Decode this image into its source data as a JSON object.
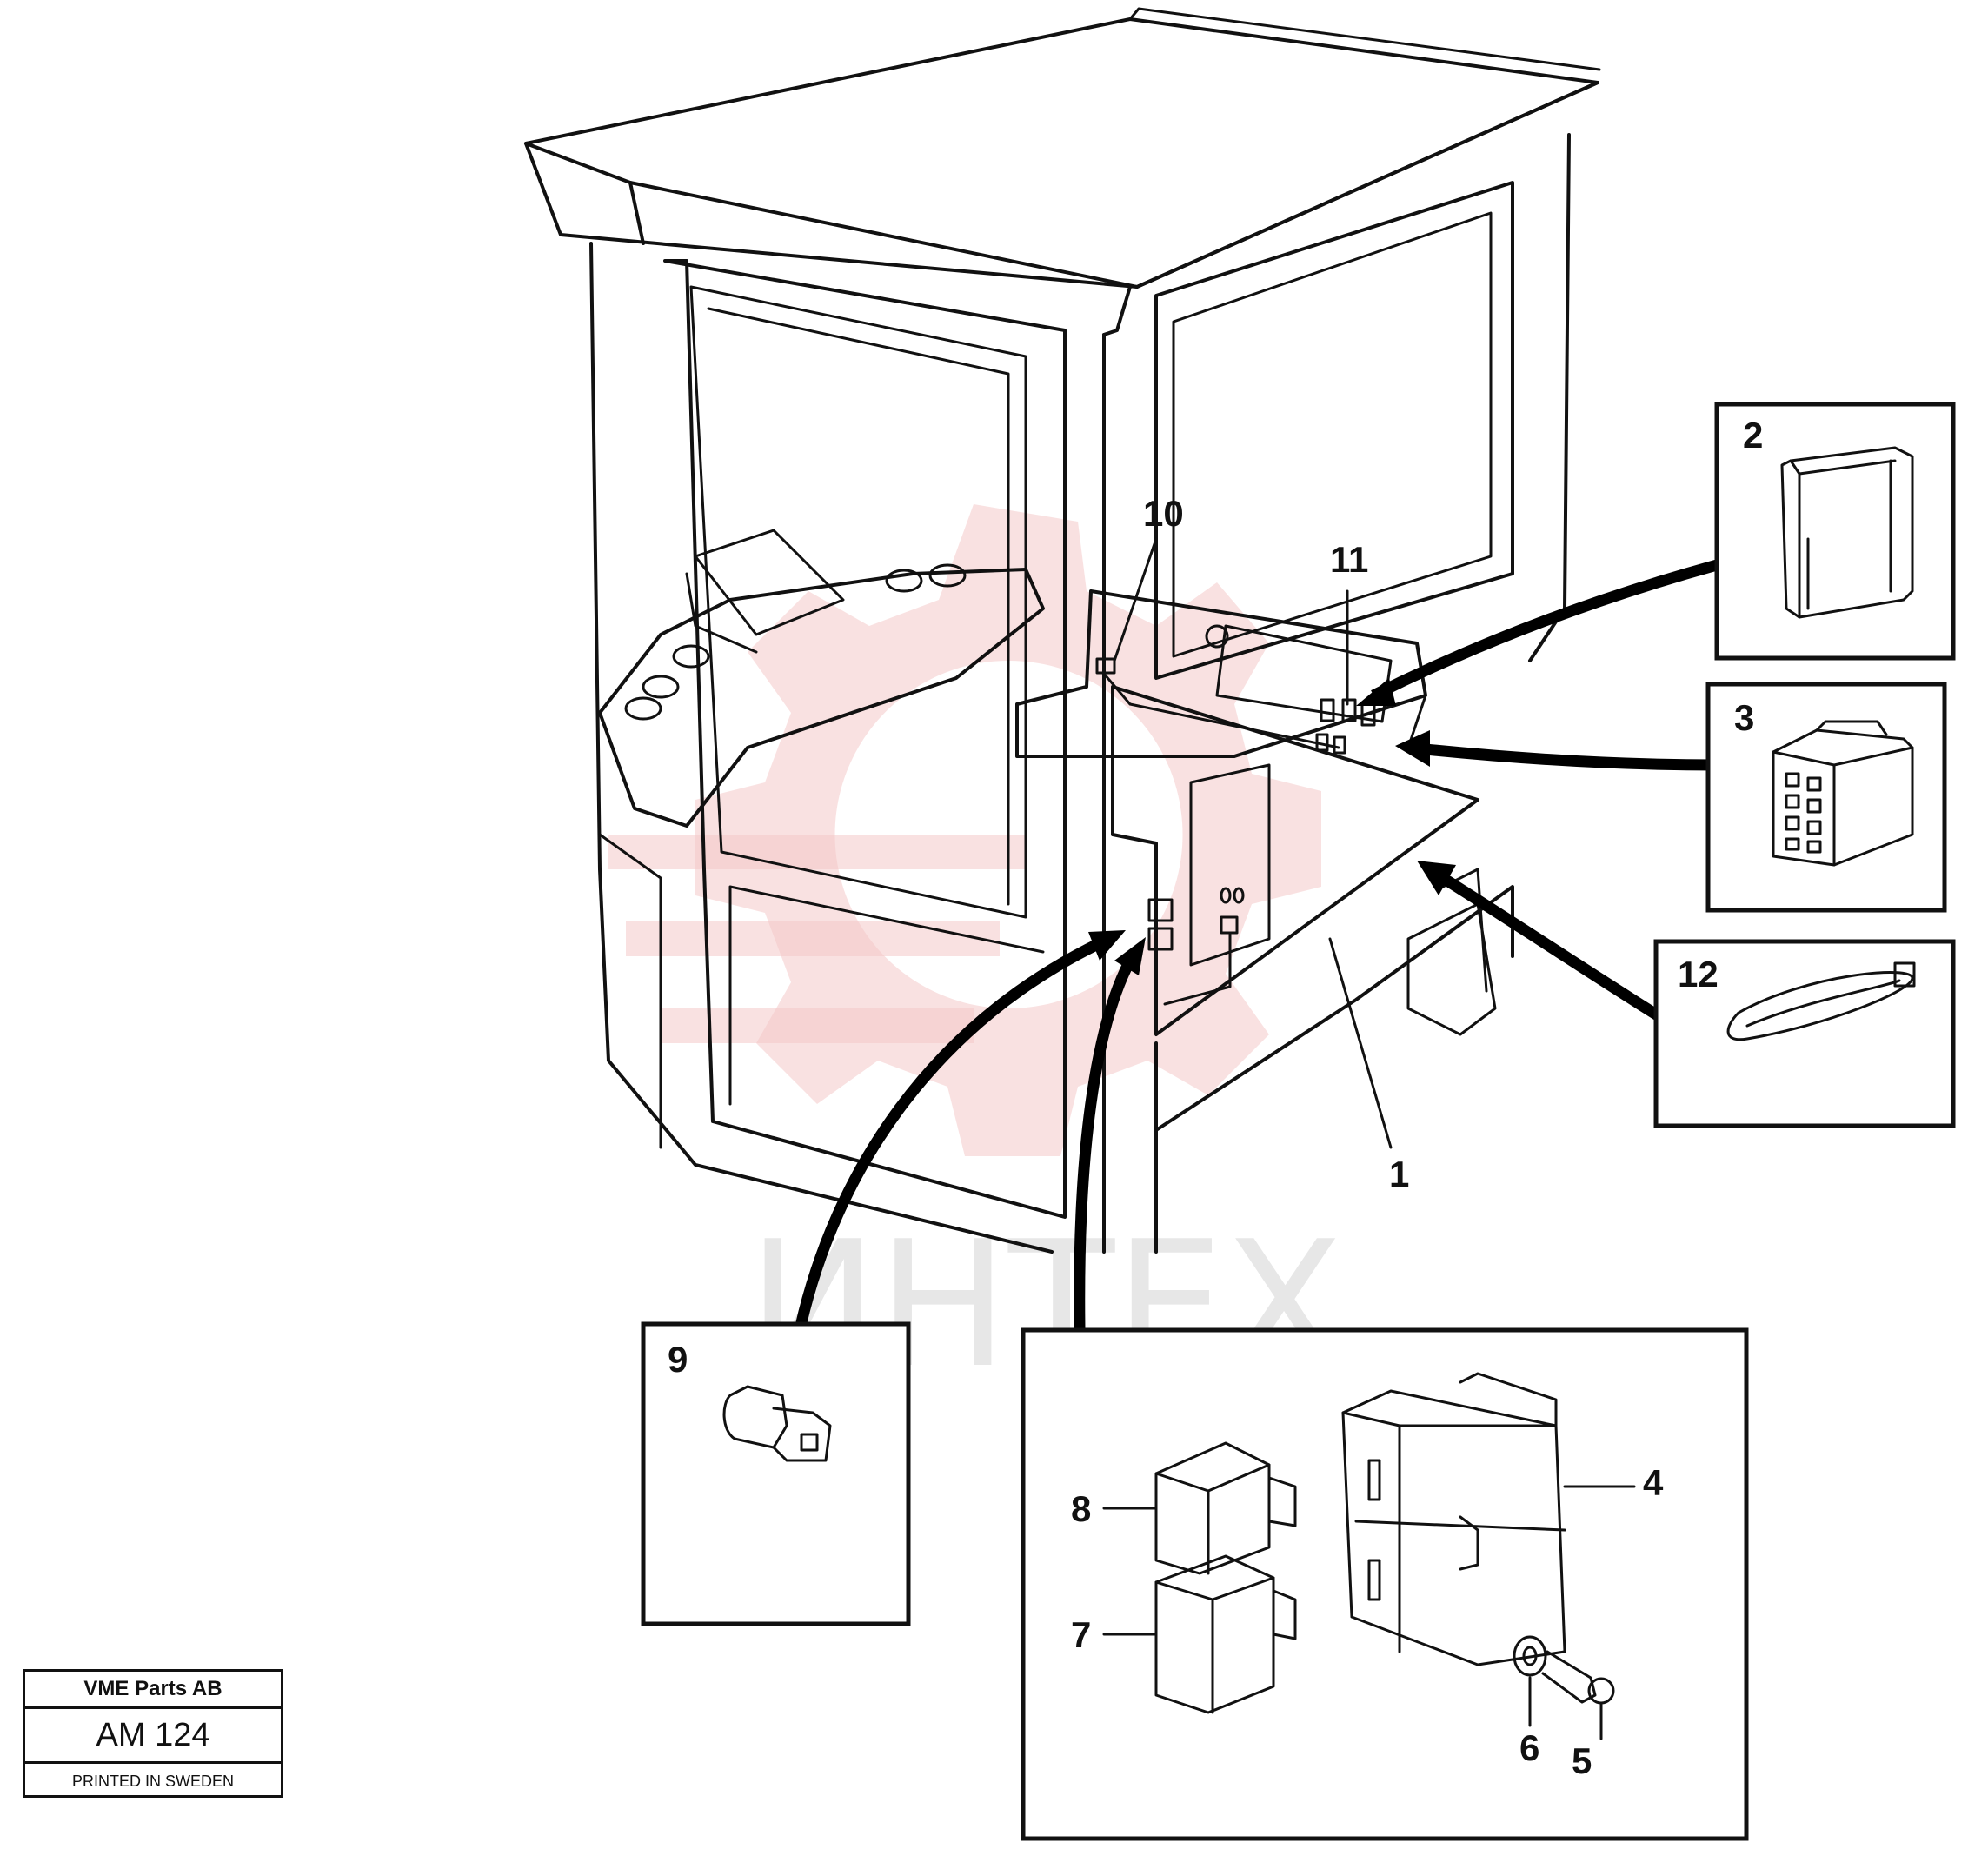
{
  "labels": {
    "l1": "1",
    "l2": "2",
    "l3": "3",
    "l4": "4",
    "l5": "5",
    "l6": "6",
    "l7": "7",
    "l8": "8",
    "l9": "9",
    "l10": "10",
    "l11": "11",
    "l12": "12"
  },
  "watermark": {
    "text": "ИНТЕХ"
  },
  "title_block": {
    "company": "VME Parts AB",
    "code": "AM 124",
    "note": "PRINTED IN SWEDEN"
  }
}
